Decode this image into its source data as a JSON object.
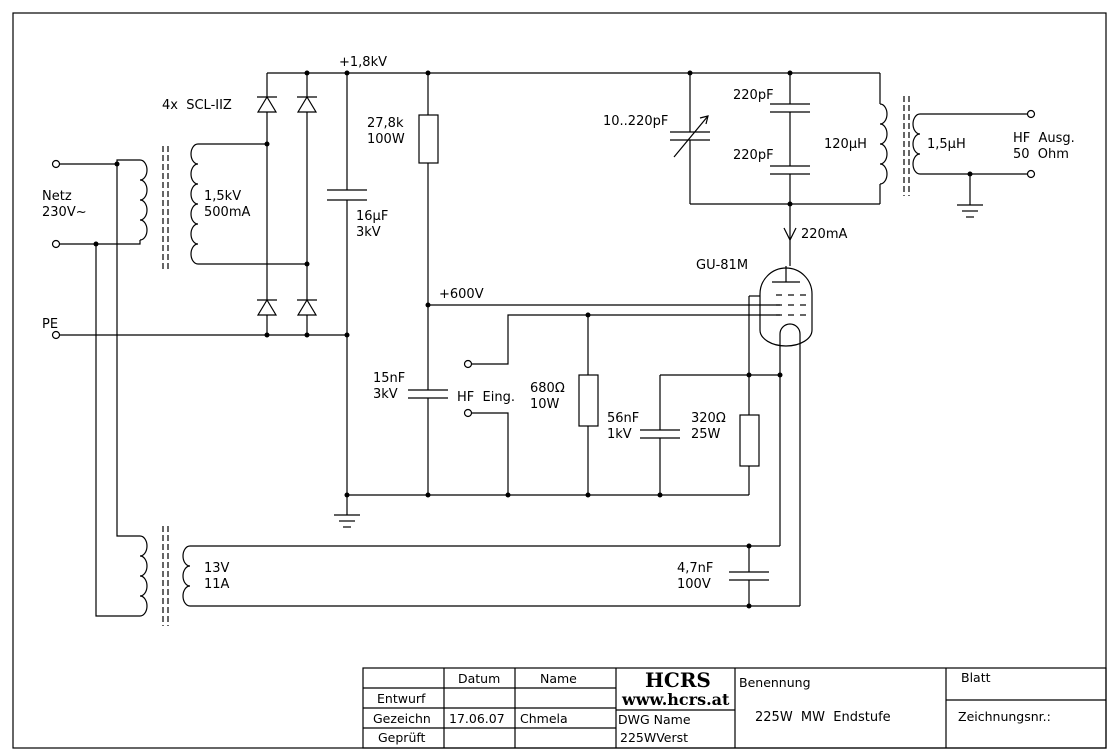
{
  "labels": {
    "supply_hv": "+1,8kV",
    "rectifier_type": "4x  SCL-IIZ",
    "mains_name": "Netz",
    "mains_voltage": "230V~",
    "hv_sec_voltage": "1,5kV",
    "hv_sec_current": "500mA",
    "filter_cap_value": "16µF",
    "filter_cap_voltage": "3kV",
    "bleeder_value": "27,8k",
    "bleeder_power": "100W",
    "pe_label": "PE",
    "screen_supply": "+600V",
    "screen_cap_value": "15nF",
    "screen_cap_voltage": "3kV",
    "rf_input": "HF  Eing.",
    "grid_res_value": "680Ω",
    "grid_res_power": "10W",
    "bypass_cap_value": "56nF",
    "bypass_cap_voltage": "1kV",
    "cathode_res_value": "320Ω",
    "cathode_res_power": "25W",
    "tube_type": "GU-81M",
    "plate_current": "220mA",
    "tune_cap": "10..220pF",
    "pad_cap_top": "220pF",
    "pad_cap_bottom": "220pF",
    "tank_coil": "120µH",
    "coupling_coil": "1,5µH",
    "rf_output_line1": "HF  Ausg.",
    "rf_output_line2": "50  Ohm",
    "heater_voltage": "13V",
    "heater_current": "11A",
    "heater_cap_value": "4,7nF",
    "heater_cap_voltage": "100V"
  },
  "title_block": {
    "col_date": "Datum",
    "col_name": "Name",
    "row_drawn": "Entwurf",
    "row_drafted": "Gezeichn",
    "row_checked": "Geprüft",
    "drafted_date": "17.06.07",
    "drafted_name": "Chmela",
    "company": "HCRS",
    "website": "www.hcrs.at",
    "dwg_label": "DWG Name",
    "dwg_name": "225WVerst",
    "title_label": "Benennung",
    "title": "225W  MW  Endstufe",
    "sheet_label": "Blatt",
    "drawing_no_label": "Zeichnungsnr.:"
  }
}
